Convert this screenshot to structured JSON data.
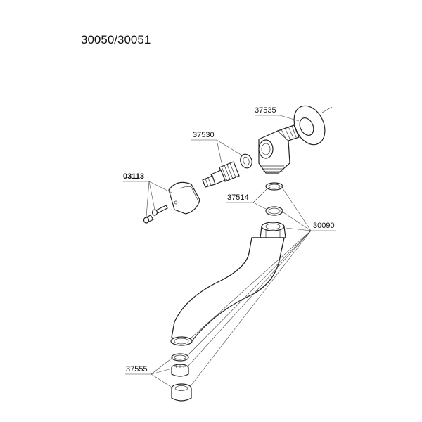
{
  "title": "30050/30051",
  "labels": {
    "p37535": "37535",
    "p37530": "37530",
    "p03113": "03113",
    "p37514": "37514",
    "p30090": "30090",
    "p37555": "37555"
  }
}
